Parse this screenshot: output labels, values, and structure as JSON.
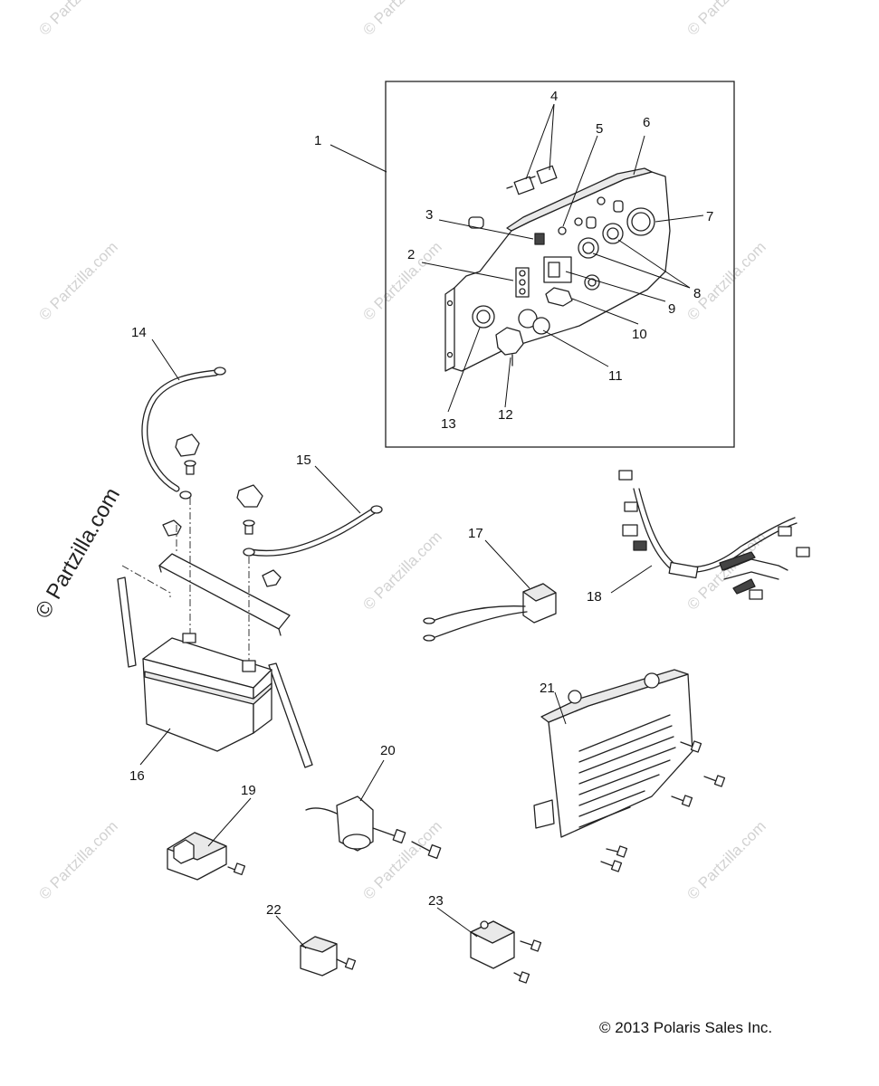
{
  "callouts": [
    "1",
    "2",
    "3",
    "4",
    "5",
    "6",
    "7",
    "8",
    "9",
    "10",
    "11",
    "12",
    "13",
    "14",
    "15",
    "16",
    "17",
    "18",
    "19",
    "20",
    "21",
    "22",
    "23"
  ],
  "watermark": {
    "text": "© Partzilla.com",
    "main_text": "© Partzilla.com"
  },
  "copyright": "© 2013 Polaris Sales Inc.",
  "colors": {
    "line": "#222222",
    "watermark": "#d2d2d2",
    "background": "#ffffff"
  }
}
